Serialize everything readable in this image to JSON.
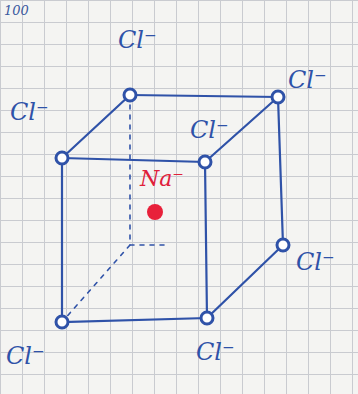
{
  "diagram": {
    "labels": [
      "100",
      "Cl⁻",
      "Cl⁻",
      "Cl⁻",
      "Cl⁻",
      "Cl⁻",
      "Cl⁻",
      "Cl⁻",
      "Na⁻"
    ]
  }
}
